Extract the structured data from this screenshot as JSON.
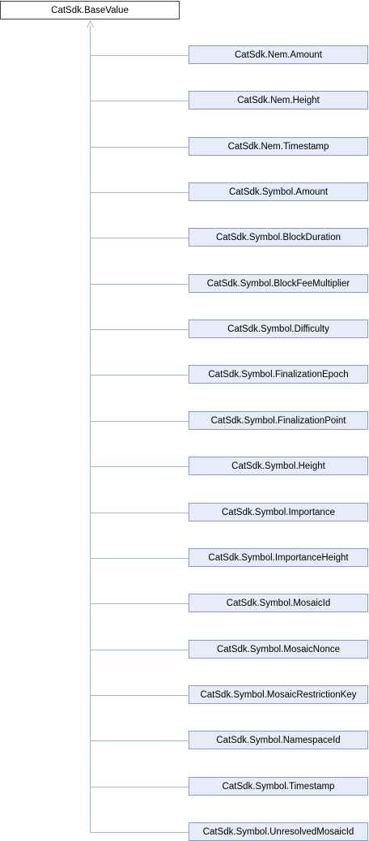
{
  "diagram": {
    "base_class": "CatSdk.BaseValue",
    "derived_classes": [
      "CatSdk.Nem.Amount",
      "CatSdk.Nem.Height",
      "CatSdk.Nem.Timestamp",
      "CatSdk.Symbol.Amount",
      "CatSdk.Symbol.BlockDuration",
      "CatSdk.Symbol.BlockFeeMultiplier",
      "CatSdk.Symbol.Difficulty",
      "CatSdk.Symbol.FinalizationEpoch",
      "CatSdk.Symbol.FinalizationPoint",
      "CatSdk.Symbol.Height",
      "CatSdk.Symbol.Importance",
      "CatSdk.Symbol.ImportanceHeight",
      "CatSdk.Symbol.MosaicId",
      "CatSdk.Symbol.MosaicNonce",
      "CatSdk.Symbol.MosaicRestrictionKey",
      "CatSdk.Symbol.NamespaceId",
      "CatSdk.Symbol.Timestamp",
      "CatSdk.Symbol.UnresolvedMosaicId"
    ],
    "colors": {
      "connector": "#9ab8d8",
      "child_fill": "#e8ebf8",
      "child_border": "#8a99c7",
      "base_border": "#404040"
    }
  }
}
